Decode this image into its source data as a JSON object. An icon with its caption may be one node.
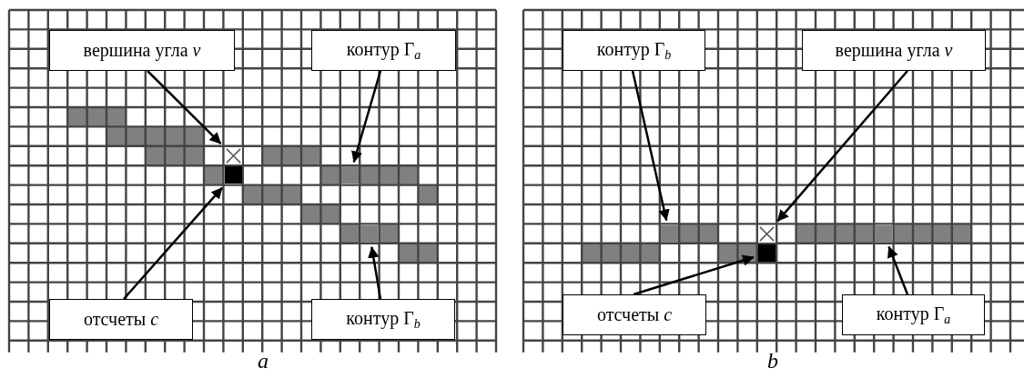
{
  "diagram": {
    "nodes": [
      {
        "text": [
          "вершина угла *v*"
        ]
      },
      {
        "text": [
          "контур Γ$_{a}$"
        ]
      },
      {
        "text": [
          "отсчеты *c*"
        ]
      },
      {
        "text": [
          "контур Γ$_{b}$"
        ]
      },
      {
        "text": [],
        "shape": "box"
      },
      {
        "text": [],
        "shape": "box"
      },
      {
        "text": [],
        "shape": "box"
      },
      {
        "text": [],
        "shape": "box"
      },
      {
        "text": [
          "контур Γ$_{b}$"
        ]
      },
      {
        "text": [
          "вершина угла *v*"
        ]
      },
      {
        "text": [
          "отсчеты *c*"
        ]
      },
      {
        "text": [
          "контур Γ$_{a}$"
        ]
      },
      {
        "text": [],
        "shape": "box"
      },
      {
        "text": [],
        "shape": "box"
      },
      {
        "text": [],
        "shape": "box"
      },
      {
        "text": [],
        "shape": "box"
      }
    ],
    "edges": [
      {
        "from": 0,
        "to": 4,
        "arrow": "to"
      },
      {
        "from": 1,
        "to": 5,
        "arrow": "to"
      },
      {
        "from": 2,
        "to": 6,
        "arrow": "to"
      },
      {
        "from": 3,
        "to": 7,
        "arrow": "to"
      },
      {
        "from": 8,
        "to": 12,
        "arrow": "to"
      },
      {
        "from": 9,
        "to": 13,
        "arrow": "to"
      },
      {
        "from": 10,
        "to": 14,
        "arrow": "to"
      },
      {
        "from": 11,
        "to": 15,
        "arrow": "to"
      }
    ],
    "labels": [
      "a",
      "b"
    ]
  }
}
